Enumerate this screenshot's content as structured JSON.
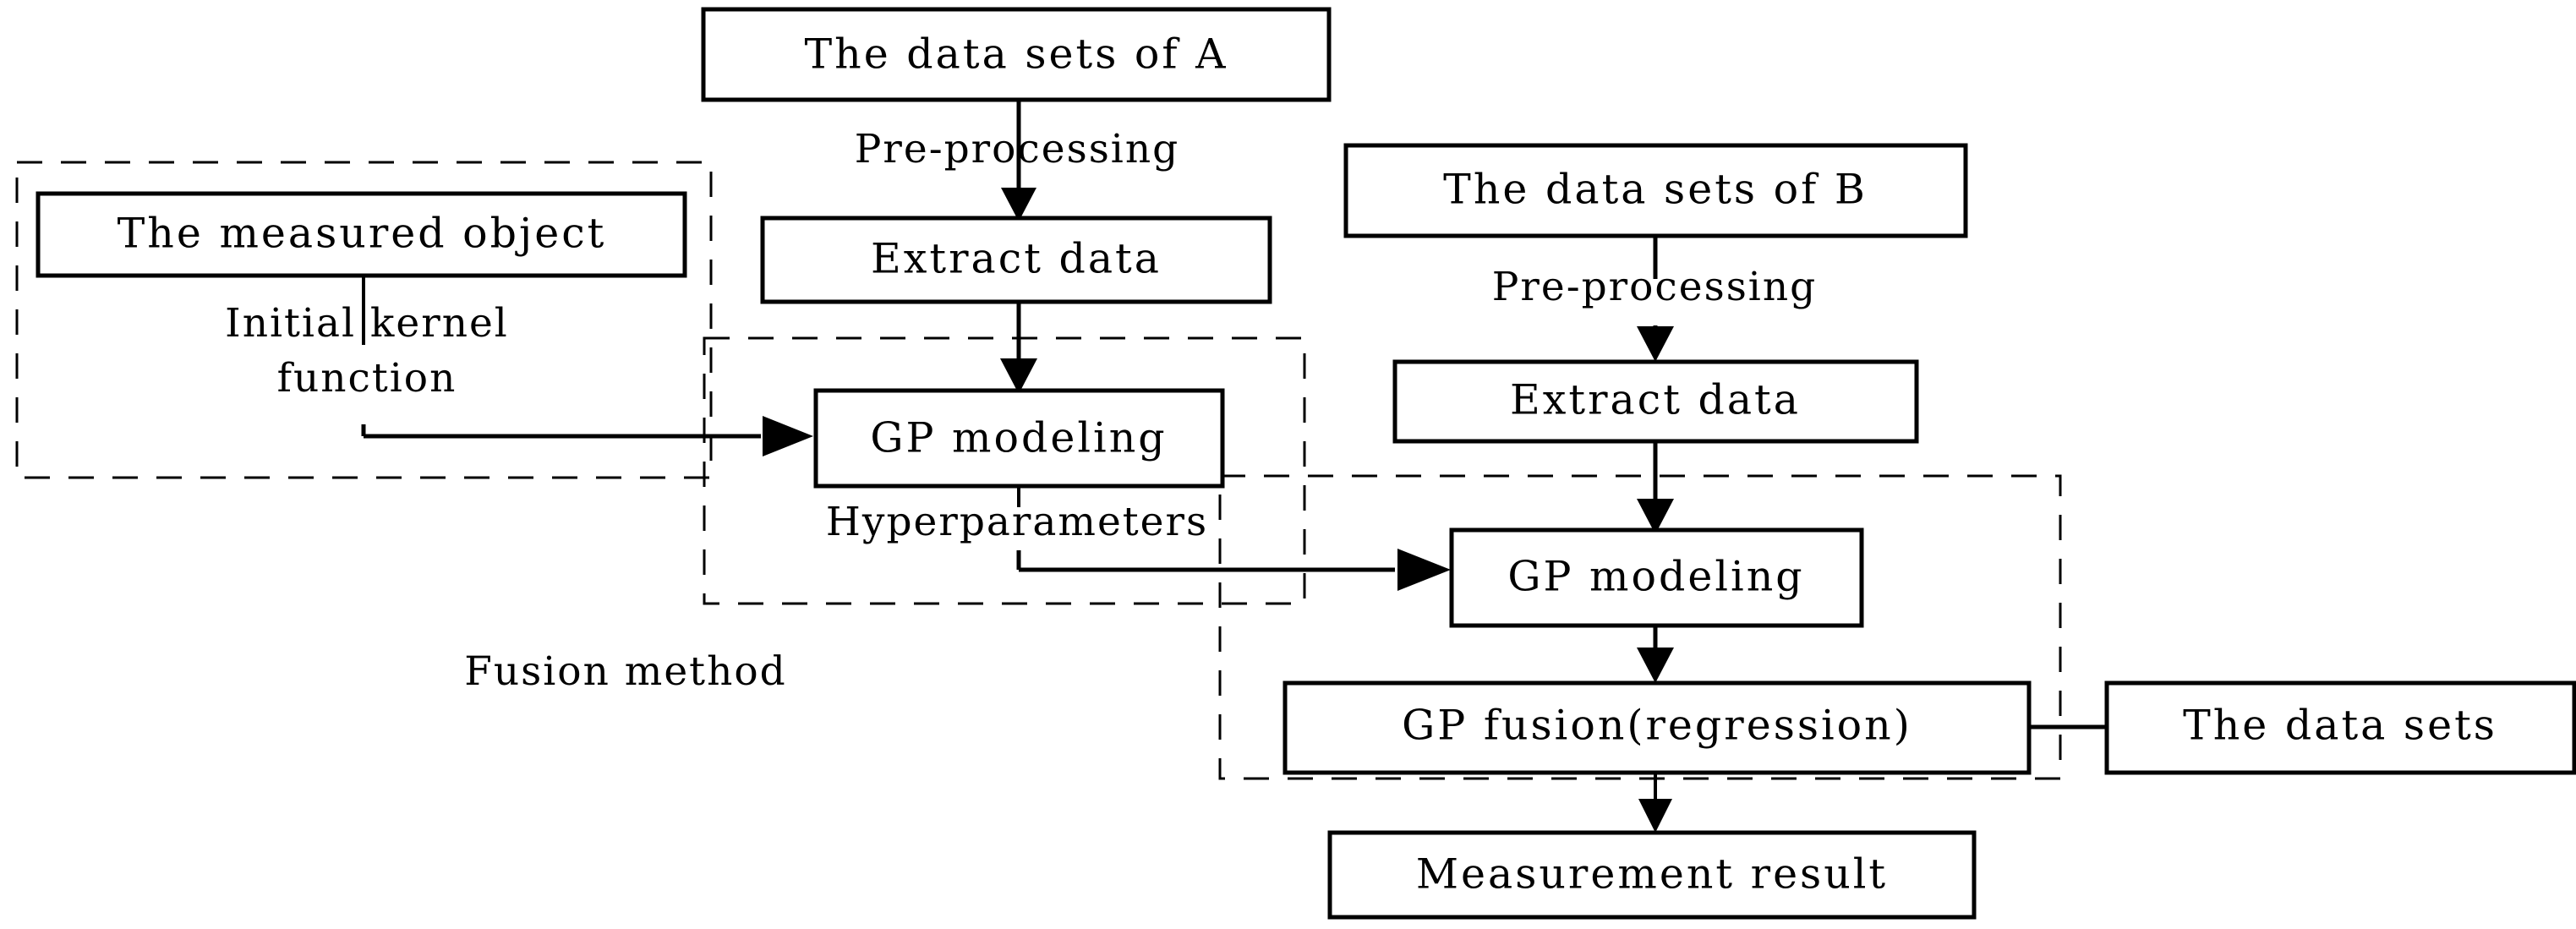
{
  "diagram": {
    "title": "GP data fusion measurement flowchart",
    "background_color": "#ffffff",
    "line_color": "#000000",
    "nodes": {
      "data_sets_a": "The data sets of A",
      "extract_data_a": "Extract data",
      "gp_modeling_a": "GP modeling",
      "data_sets_b": "The data sets of B",
      "extract_data_b": "Extract data",
      "gp_modeling_b": "GP modeling",
      "gp_fusion": "GP fusion(regression)",
      "data_sets": "The data sets",
      "measurement_result": "Measurement result",
      "measured_object": "The measured object"
    },
    "edge_labels": {
      "pre_processing_a": "Pre-processing",
      "pre_processing_b": "Pre-processing",
      "initial_kernel_function_line1": "Initial kernel",
      "initial_kernel_function_line2": "function",
      "hyperparameters": "Hyperparameters"
    },
    "group_labels": {
      "fusion_method": "Fusion method"
    }
  }
}
